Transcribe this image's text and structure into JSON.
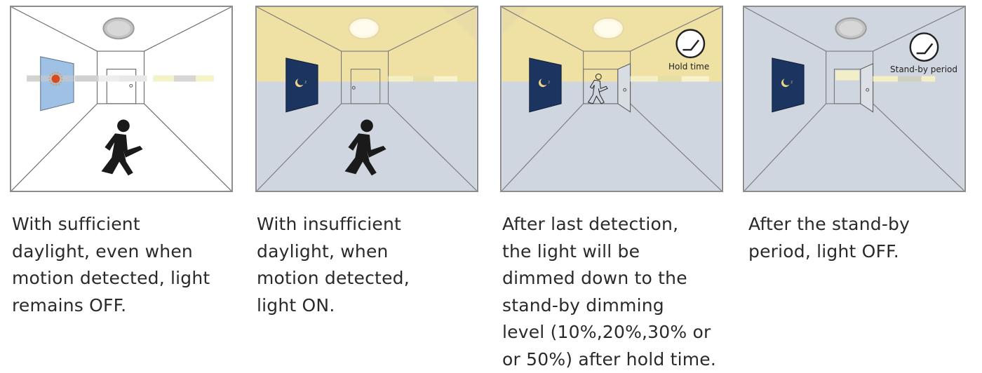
{
  "panels": [
    {
      "id": "sufficient-daylight",
      "caption": "With sufficient\ndaylight, even when\nmotion detected, light\nremains OFF."
    },
    {
      "id": "insufficient-daylight",
      "caption": "With insufficient\ndaylight, when\nmotion detected,\nlight ON."
    },
    {
      "id": "hold-time",
      "caption": "After last detection,\nthe light will be\ndimmed down to the\nstand-by dimming\nlevel (10%,20%,30% or\nor 50%) after hold time.",
      "clock_label": "Hold time"
    },
    {
      "id": "standby-period",
      "caption": "After the stand-by\nperiod, light OFF.",
      "clock_label": "Stand-by period"
    }
  ],
  "colors": {
    "wall_day": "#ffffff",
    "wall_night": "#cfd6df",
    "light_glow": "#efe1a4",
    "window_day": "#9fc1e6",
    "window_night": "#1c3560",
    "border": "#8d8d8d"
  },
  "icons": [
    "ceiling-light-icon",
    "walking-person-icon",
    "moon-icon",
    "clock-icon",
    "door-icon",
    "window-icon"
  ]
}
